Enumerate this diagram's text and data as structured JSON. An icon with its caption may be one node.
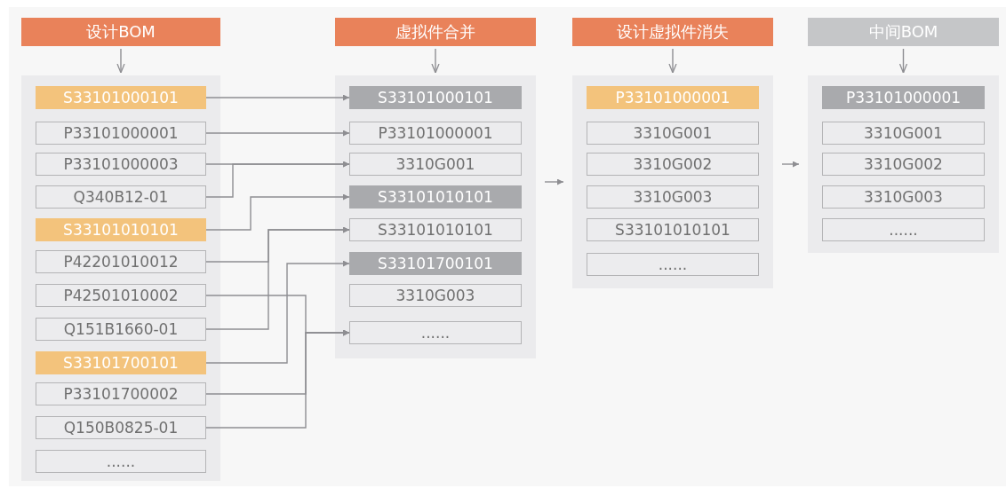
{
  "diagram": {
    "nodes": [
      {
        "text": [
          "设计BOM"
        ]
      },
      {
        "text": [],
        "shape": "box"
      },
      {
        "text": [
          "S33101000101"
        ],
        "in": 1
      },
      {
        "text": [
          "P33101000001"
        ],
        "in": 1
      },
      {
        "text": [
          "P33101000003"
        ],
        "in": 1
      },
      {
        "text": [
          "Q340B12-01"
        ],
        "in": 1
      },
      {
        "text": [
          "S33101010101"
        ],
        "in": 1
      },
      {
        "text": [
          "P42201010012"
        ],
        "in": 1
      },
      {
        "text": [
          "P42501010002"
        ],
        "in": 1
      },
      {
        "text": [
          "Q151B1660-01"
        ],
        "in": 1
      },
      {
        "text": [
          "S33101700101"
        ],
        "in": 1
      },
      {
        "text": [
          "P33101700002"
        ],
        "in": 1
      },
      {
        "text": [
          "Q150B0825-01"
        ],
        "in": 1
      },
      {
        "text": [
          "......"
        ],
        "in": 1
      },
      {
        "text": [
          "虚拟件合并"
        ]
      },
      {
        "text": [],
        "shape": "box"
      },
      {
        "text": [
          "S33101000101"
        ],
        "in": 15
      },
      {
        "text": [
          "P33101000001"
        ],
        "in": 15
      },
      {
        "text": [
          "3310G001"
        ],
        "in": 15
      },
      {
        "text": [
          "S33101010101"
        ],
        "in": 15
      },
      {
        "text": [
          "S33101010101"
        ],
        "in": 15
      },
      {
        "text": [
          "S33101700101"
        ],
        "in": 15
      },
      {
        "text": [
          "3310G003"
        ],
        "in": 15
      },
      {
        "text": [
          "......"
        ],
        "in": 15
      },
      {
        "text": [
          "设计虚拟件消失"
        ]
      },
      {
        "text": [],
        "shape": "box"
      },
      {
        "text": [
          "P33101000001"
        ],
        "in": 25
      },
      {
        "text": [
          "3310G001"
        ],
        "in": 25
      },
      {
        "text": [
          "3310G002"
        ],
        "in": 25
      },
      {
        "text": [
          "3310G003"
        ],
        "in": 25
      },
      {
        "text": [
          "S33101010101"
        ],
        "in": 25
      },
      {
        "text": [
          "......"
        ],
        "in": 25
      },
      {
        "text": [
          "中间BOM"
        ]
      },
      {
        "text": [],
        "shape": "box"
      },
      {
        "text": [
          "P33101000001"
        ],
        "in": 33
      },
      {
        "text": [
          "3310G001"
        ],
        "in": 33
      },
      {
        "text": [
          "3310G002"
        ],
        "in": 33
      },
      {
        "text": [
          "3310G003"
        ],
        "in": 33
      },
      {
        "text": [
          "......"
        ],
        "in": 33
      }
    ],
    "edges": [
      {
        "from": 0,
        "to": 1,
        "arrow": "to"
      },
      {
        "from": 14,
        "to": 15,
        "arrow": "to"
      },
      {
        "from": 24,
        "to": 25,
        "arrow": "to"
      },
      {
        "from": 32,
        "to": 33,
        "arrow": "to"
      },
      {
        "from": 2,
        "to": 16,
        "arrow": "to"
      },
      {
        "from": 3,
        "to": 17,
        "arrow": "to"
      },
      {
        "from": 4,
        "to": 18,
        "arrow": "to"
      },
      {
        "from": 5,
        "to": 18,
        "arrow": "to"
      },
      {
        "from": 6,
        "to": 19,
        "arrow": "to"
      },
      {
        "from": 7,
        "to": 20,
        "arrow": "to"
      },
      {
        "from": 9,
        "to": 20,
        "arrow": "to"
      },
      {
        "from": 10,
        "to": 21,
        "arrow": "to"
      },
      {
        "from": 8,
        "to": 23,
        "arrow": "to"
      },
      {
        "from": 11,
        "to": 23,
        "arrow": "to"
      },
      {
        "from": 12,
        "to": 23,
        "arrow": "to"
      },
      {
        "from": 15,
        "to": 25,
        "arrow": "to"
      },
      {
        "from": 25,
        "to": 33,
        "arrow": "to"
      }
    ]
  }
}
